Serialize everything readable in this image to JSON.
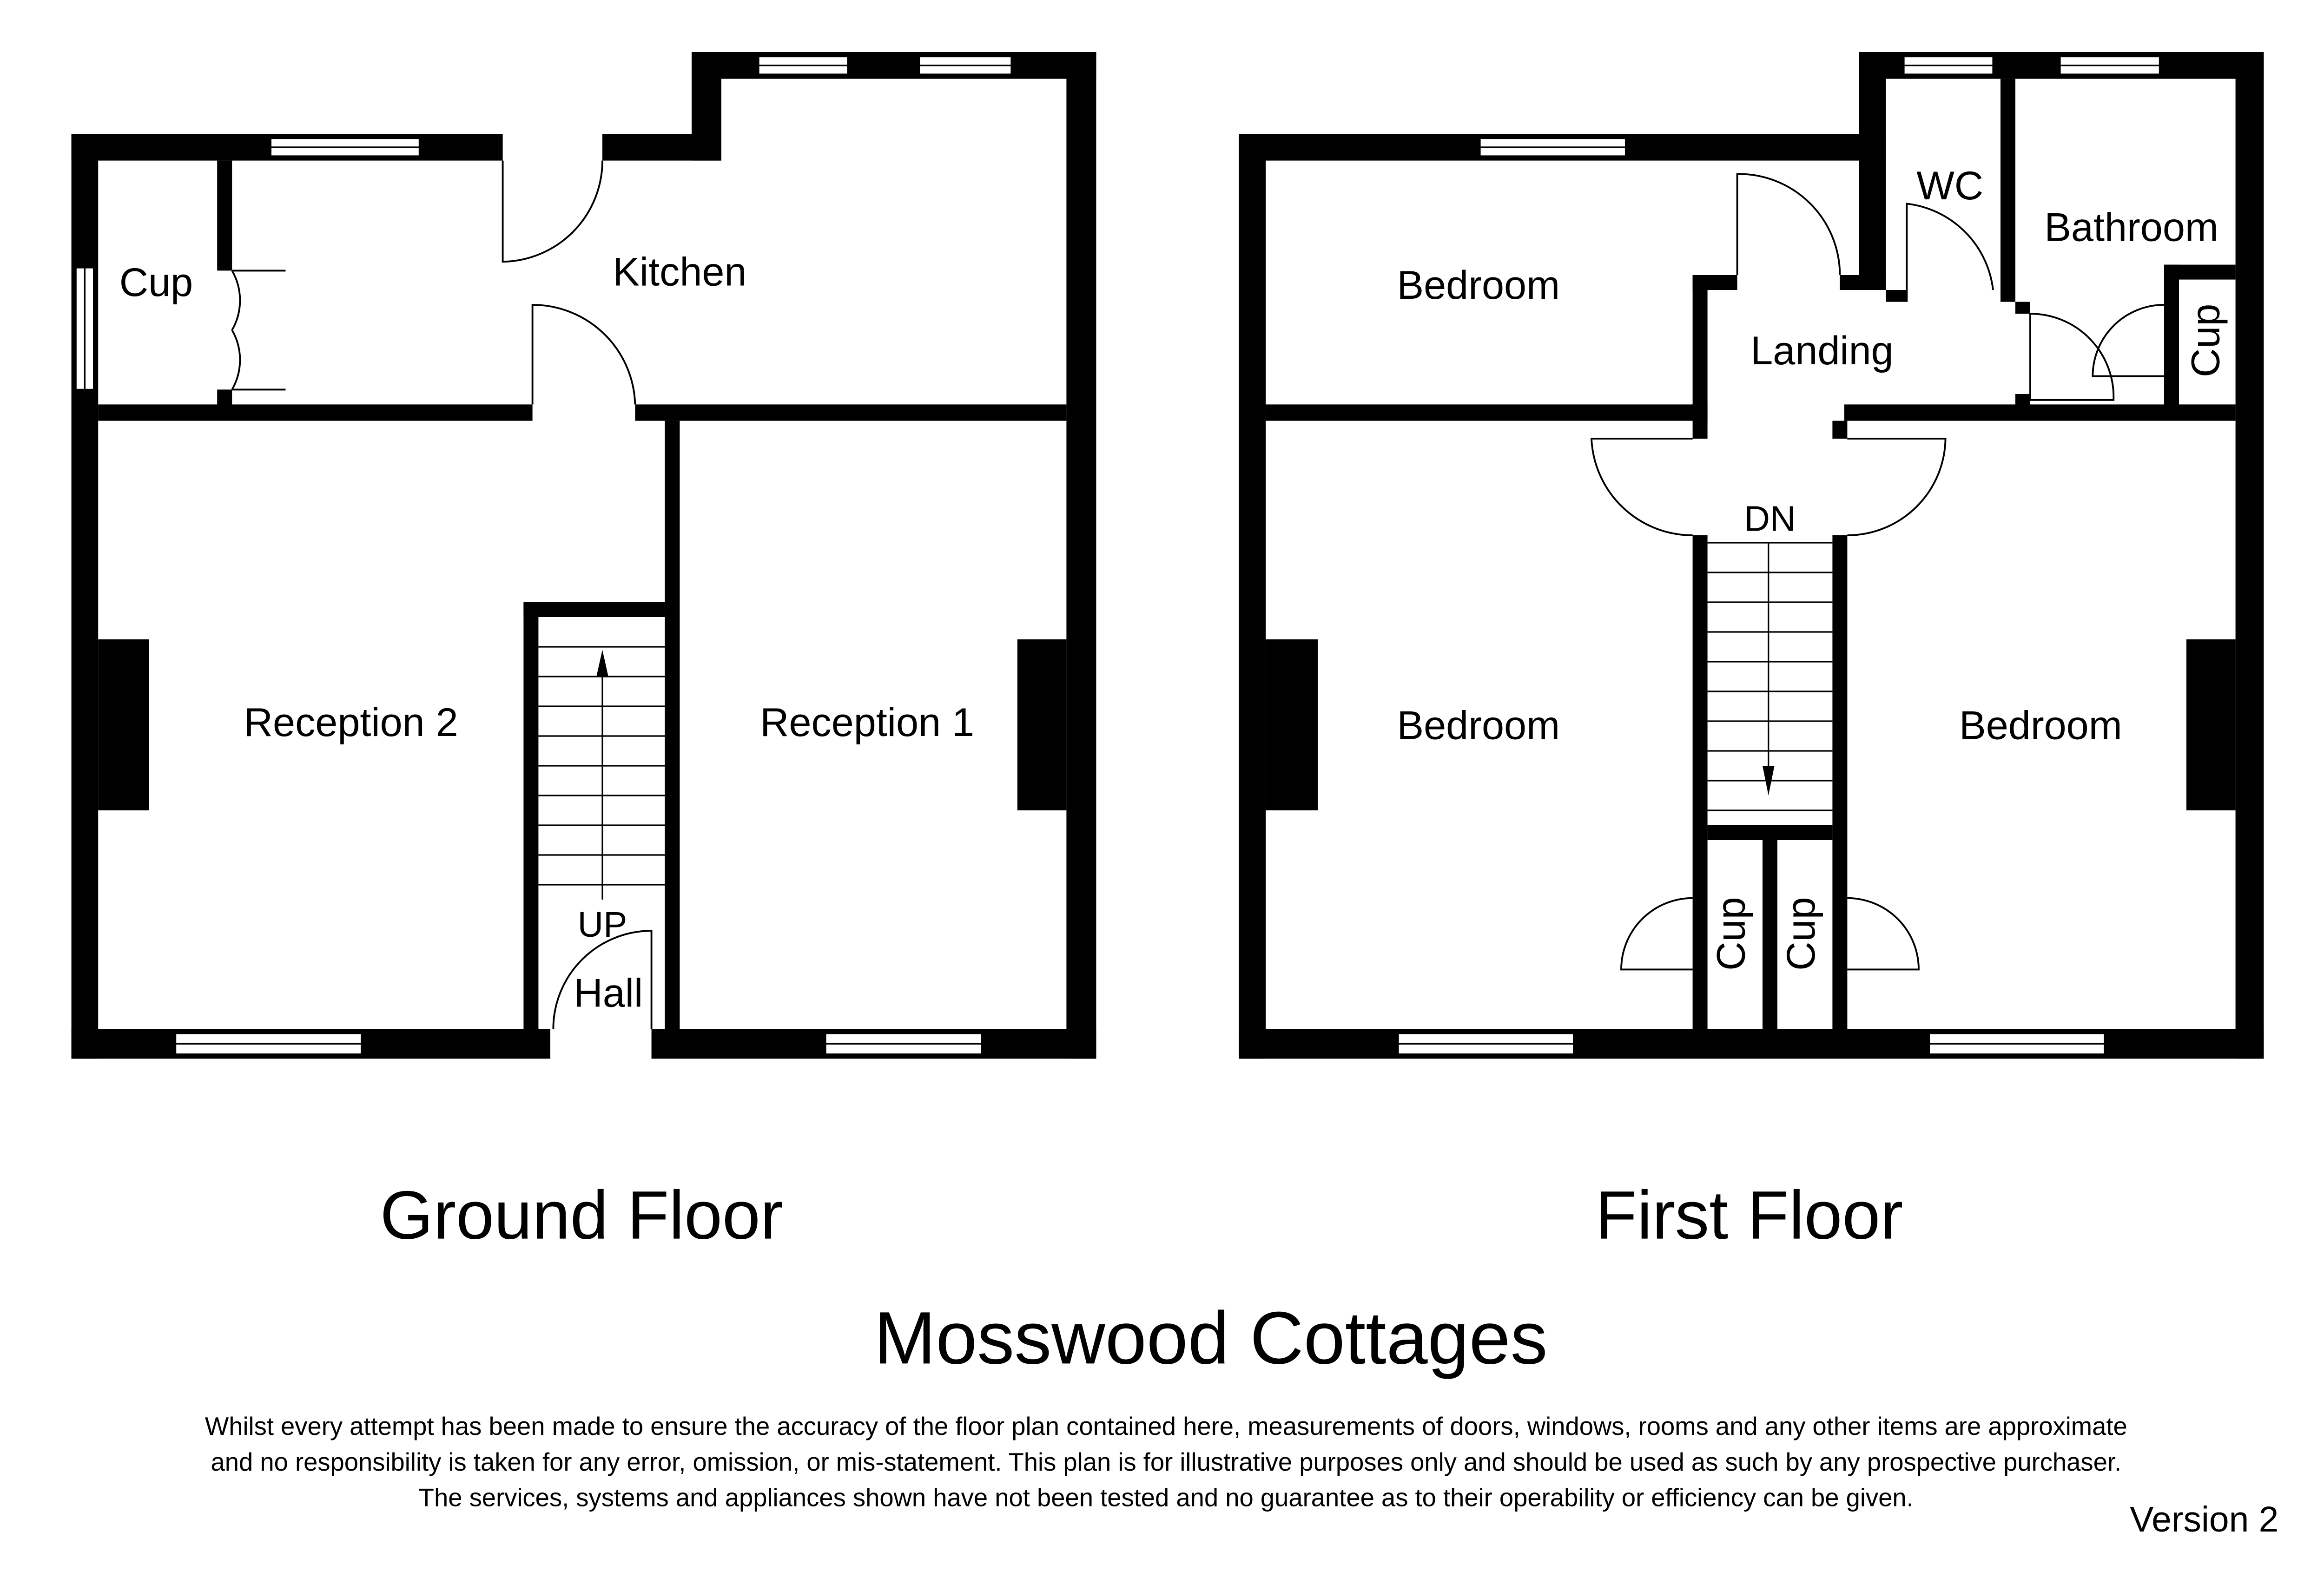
{
  "plan_title": "Mosswood Cottages",
  "floors": [
    {
      "name": "Ground Floor",
      "rooms": [
        "Cup",
        "Kitchen",
        "Reception 2",
        "Reception 1",
        "Hall"
      ],
      "stairs_label": "UP"
    },
    {
      "name": "First Floor",
      "rooms": [
        "Bedroom",
        "Landing",
        "WC",
        "Bathroom",
        "Cup",
        "Bedroom",
        "Bedroom",
        "Cup",
        "Cup"
      ],
      "stairs_label": "DN"
    }
  ],
  "disclaimer": [
    "Whilst every attempt has been made to ensure the accuracy of the floor plan contained here, measurements of doors, windows, rooms and any other items are approximate",
    "and no responsibility is taken for any error, omission, or mis-statement. This plan is for illustrative purposes only and should be used as such by any prospective purchaser.",
    "The services, systems and appliances shown have not been tested and no guarantee as to their operability or efficiency can be given."
  ],
  "version": "Version 2"
}
